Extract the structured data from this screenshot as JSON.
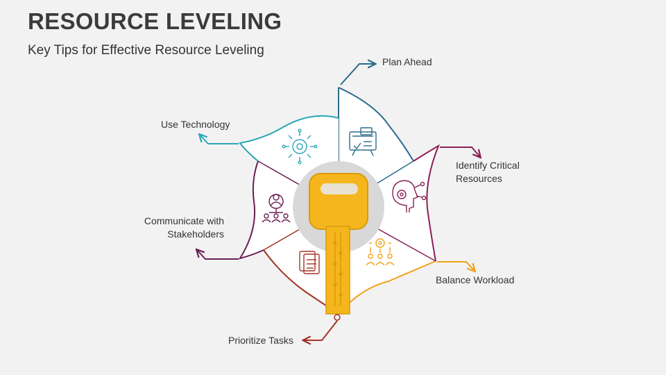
{
  "header": {
    "title": "RESOURCE LEVELING",
    "subtitle": "Key Tips for Effective Resource Leveling"
  },
  "colors": {
    "plan_ahead": "#2b6b8c",
    "identify_critical": "#8b1e56",
    "balance_workload": "#f0a21a",
    "prioritize_tasks": "#a23524",
    "communicate": "#6b1e52",
    "use_technology": "#2aa6b8",
    "key": "#f4b61c",
    "key_dark": "#d99a0d",
    "circle": "#d8d8d8"
  },
  "tips": {
    "plan_ahead": {
      "label": "Plan Ahead",
      "icon": "presentation-board-icon"
    },
    "identify_critical": {
      "line1": "Identify Critical",
      "line2": "Resources",
      "icon": "head-gear-icon"
    },
    "balance_workload": {
      "label": "Balance Workload",
      "icon": "team-gear-icon"
    },
    "prioritize_tasks": {
      "label": "Prioritize Tasks",
      "icon": "documents-icon"
    },
    "communicate": {
      "line1": "Communicate with",
      "line2": "Stakeholders",
      "icon": "stakeholders-network-icon"
    },
    "use_technology": {
      "label": "Use Technology",
      "icon": "tech-gear-circuit-icon"
    }
  }
}
